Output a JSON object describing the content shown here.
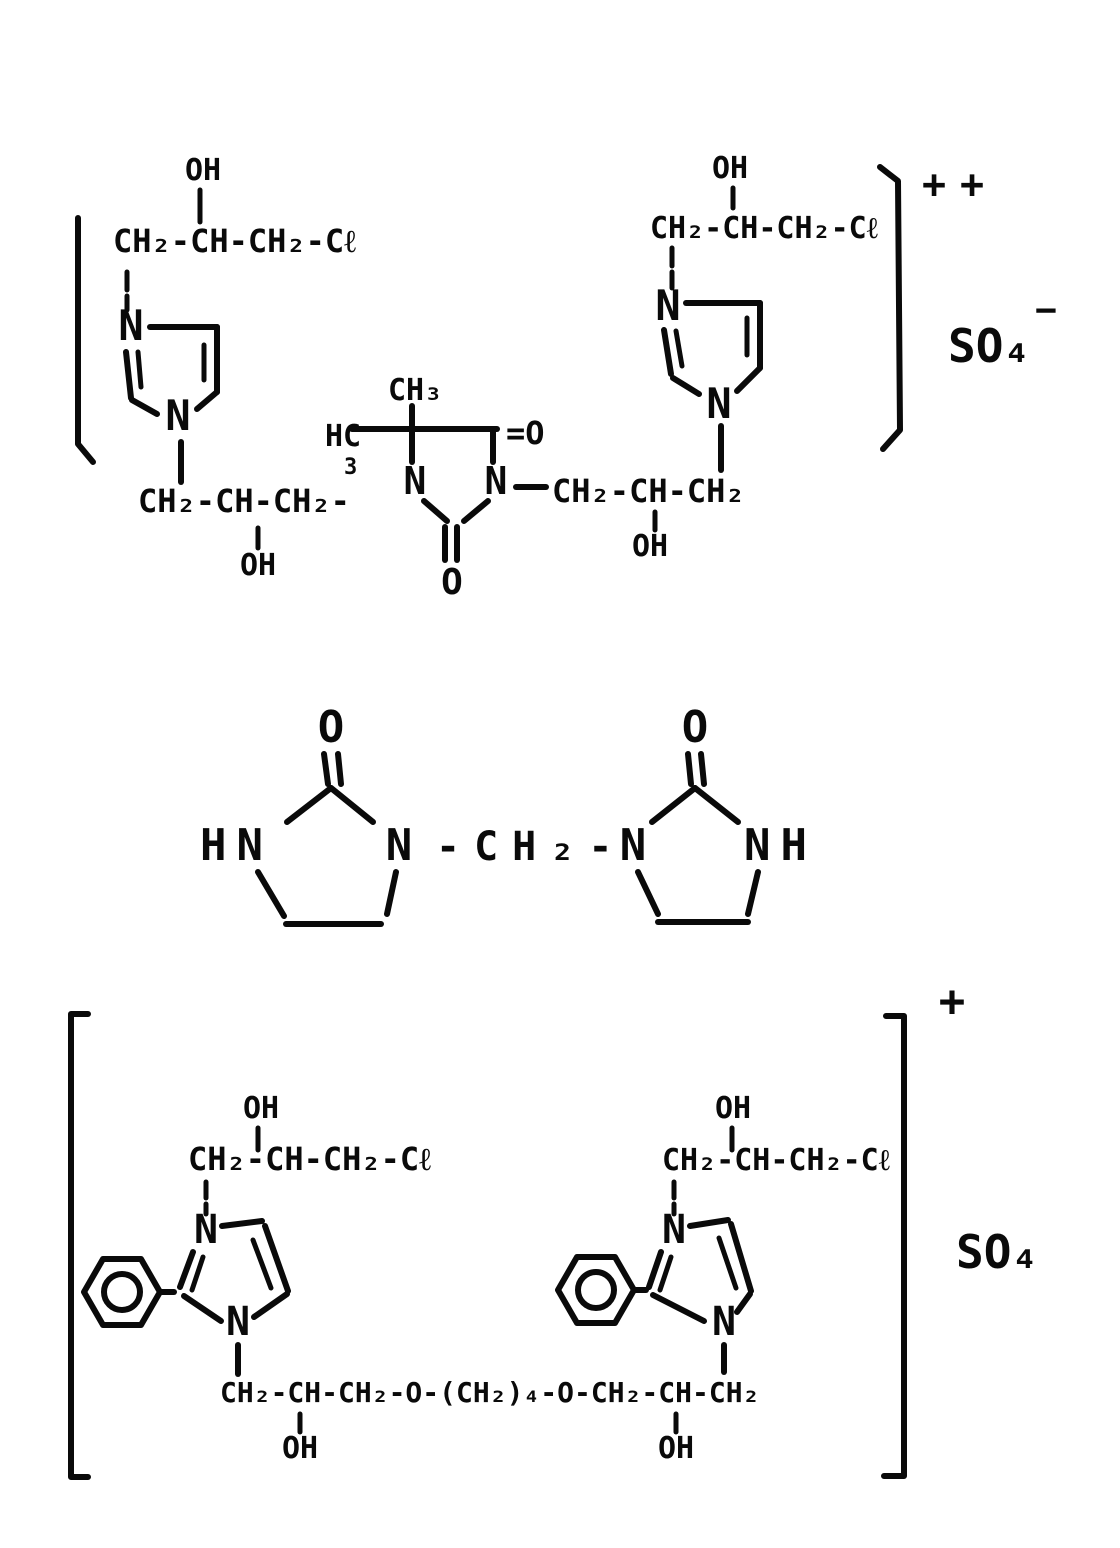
{
  "colors": {
    "ink": "#0a0a0a",
    "paper": "#ffffff"
  },
  "structure1": {
    "left_arm": {
      "oh": "OH",
      "chain": "CH₂-CH-CH₂-Cℓ"
    },
    "left_ring": {
      "n_top": "N",
      "n_bottom": "N"
    },
    "bottom_chain": {
      "text": "CH₂-CH-CH₂-",
      "oh": "OH"
    },
    "hydantoin": {
      "methyl_top": "CH₃",
      "methyl_left": "HC",
      "methyl_left_sub": "3",
      "n_left": "N",
      "n_right": "N",
      "keto_right": "=O",
      "keto_bottom": "O"
    },
    "right_chain": {
      "text": "CH₂-CH-CH₂",
      "oh": "OH"
    },
    "right_ring": {
      "n_top": "N",
      "n_bottom": "N"
    },
    "right_arm": {
      "oh": "OH",
      "chain": "CH₂-CH-CH₂-Cℓ"
    },
    "charges": {
      "plus_1": "+",
      "plus_2": "+"
    },
    "counterion": {
      "formula": "SO₄",
      "charge": "−"
    }
  },
  "structure2": {
    "left_ring": {
      "o": "O",
      "hn": "HN",
      "n": "N"
    },
    "bridge": "-CH₂-",
    "right_ring": {
      "o": "O",
      "n": "N",
      "nh": "NH"
    }
  },
  "structure3": {
    "charge": "+",
    "counterion": "SO₄",
    "left_unit": {
      "oh": "OH",
      "chain": "CH₂-CH-CH₂-Cℓ",
      "n_top": "N",
      "n_bottom": "N"
    },
    "right_unit": {
      "oh": "OH",
      "chain": "CH₂-CH-CH₂-Cℓ",
      "n_top": "N",
      "n_bottom": "N"
    },
    "bottom_chain": {
      "text": "CH₂-CH-CH₂-O-(CH₂)₄-O-CH₂-CH-CH₂",
      "oh_left": "OH",
      "oh_right": "OH"
    }
  }
}
